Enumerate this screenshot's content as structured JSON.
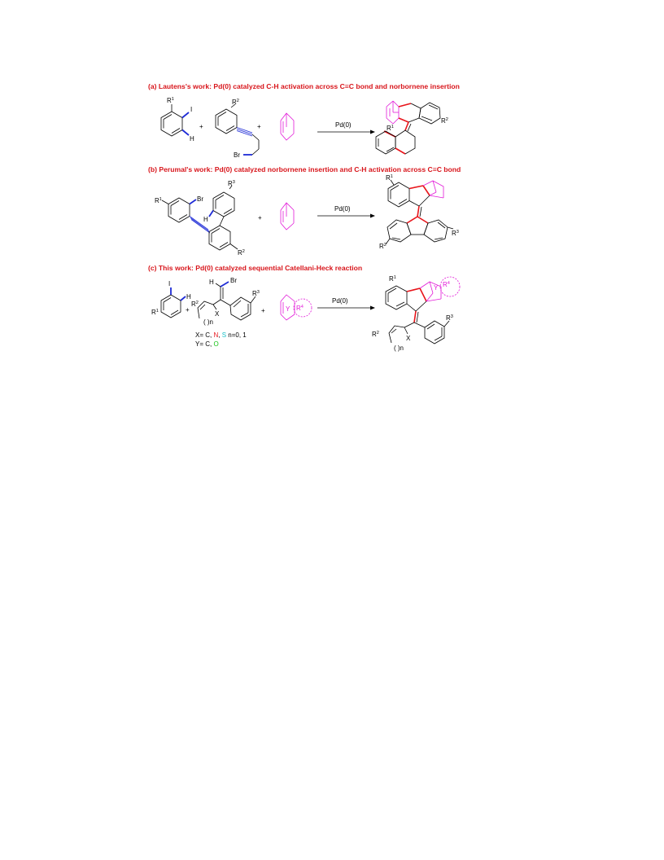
{
  "scheme": {
    "panel_a": {
      "title": "(a) Lautens's  work: Pd(0) catalyzed C-H activation across C≡C bond and norbornene insertion",
      "arrow_label": "Pd(0)",
      "plus": "+",
      "labels": {
        "r1": "R",
        "r1_sup": "1",
        "i": "I",
        "h": "H",
        "r2": "R",
        "r2_sup": "2",
        "br": "Br",
        "prod_r1": "R",
        "prod_r1_sup": "1",
        "prod_r2": "R",
        "prod_r2_sup": "2"
      }
    },
    "panel_b": {
      "title": "(b) Perumal's  work: Pd(0) catalyzed norbornene insertion and C-H activation across C≡C bond",
      "arrow_label": "Pd(0)",
      "plus": "+",
      "labels": {
        "r1": "R",
        "r1_sup": "1",
        "br": "Br",
        "h": "H",
        "r3": "R",
        "r3_sup": "3",
        "r2": "R",
        "r2_sup": "2",
        "prod_r1": "R",
        "prod_r1_sup": "1",
        "prod_r3": "R",
        "prod_r3_sup": "3",
        "prod_r2": "R",
        "prod_r2_sup": "2"
      }
    },
    "panel_c": {
      "title": "(c) This work: Pd(0) catalyzed sequential Catellani-Heck reaction",
      "arrow_label": "Pd(0)",
      "plus": "+",
      "labels": {
        "i": "I",
        "h": "H",
        "r1": "R",
        "r1_sup": "1",
        "vh": "H",
        "vbr": "Br",
        "r2": "R",
        "r2_sup": "2",
        "x": "X",
        "n": "( )n",
        "r3": "R",
        "r3_sup": "3",
        "y": "Y",
        "r4": "R",
        "r4_sup": "4",
        "prod_r1": "R",
        "prod_r1_sup": "1",
        "prod_y": "Y",
        "prod_r4": "R",
        "prod_r4_sup": "4",
        "prod_r2": "R",
        "prod_r2_sup": "2",
        "prod_x": "X",
        "prod_n": "( )n",
        "prod_r3": "R",
        "prod_r3_sup": "3"
      },
      "legend": {
        "x_prefix": "X= C, ",
        "x_n": "N",
        "x_sep": ",  ",
        "x_s": "S",
        "n_text": "  n=0, 1",
        "y_prefix": "Y= C, ",
        "y_o": "O"
      },
      "colors": {
        "n": "#e8151b",
        "s": "#19c0c8",
        "o": "#14c214"
      }
    },
    "colors": {
      "title": "#d8151b",
      "bond_red": "#e8151b",
      "bond_blue": "#1e2bd6",
      "bond_pink": "#e21ad8"
    }
  }
}
